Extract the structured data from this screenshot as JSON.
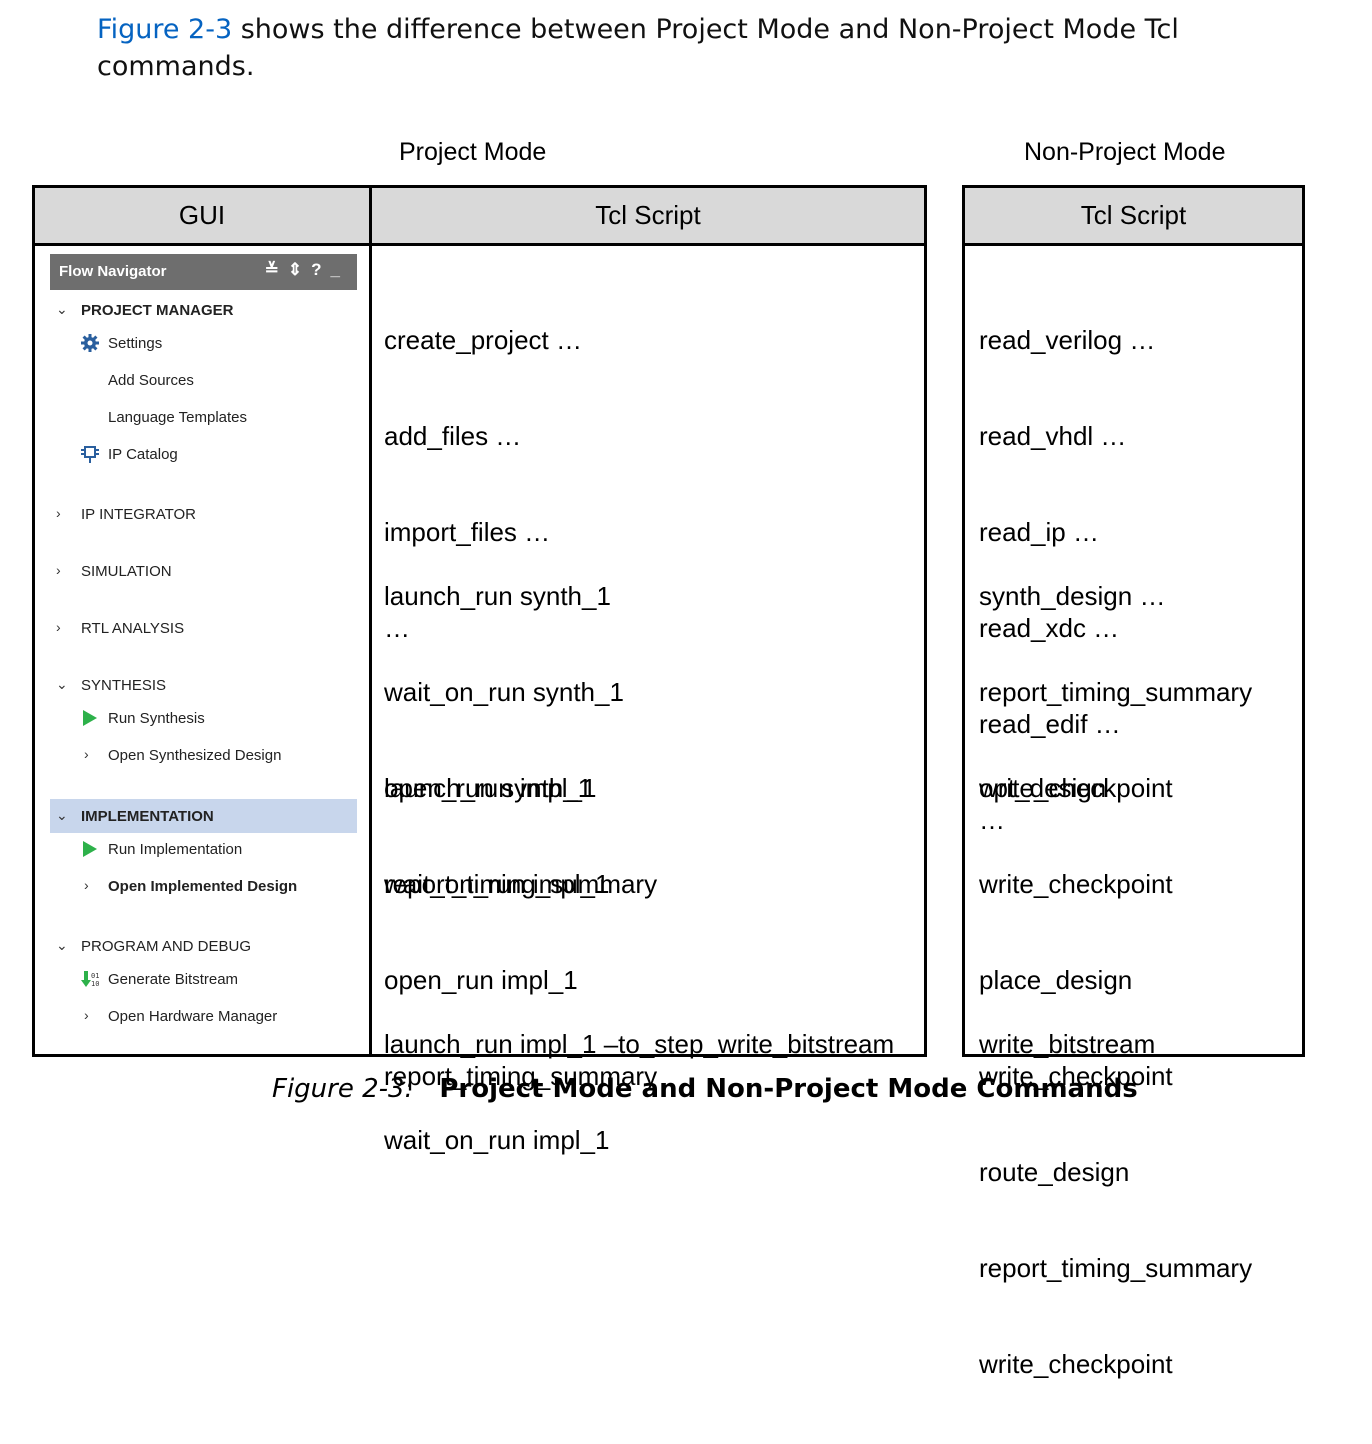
{
  "intro": {
    "link": "Figure 2-3",
    "text_line1": " shows the difference between Project Mode and Non-Project Mode Tcl",
    "text_line2": "commands."
  },
  "headings": {
    "project_mode": "Project Mode",
    "non_project_mode": "Non-Project Mode"
  },
  "columns": {
    "gui": "GUI",
    "tcl_script": "Tcl Script",
    "tcl_script_np": "Tcl Script"
  },
  "flow_navigator": {
    "title": "Flow Navigator",
    "sections": {
      "project_manager": "PROJECT MANAGER",
      "settings": "Settings",
      "add_sources": "Add Sources",
      "language_templates": "Language Templates",
      "ip_catalog": "IP Catalog",
      "ip_integrator": "IP INTEGRATOR",
      "simulation": "SIMULATION",
      "rtl_analysis": "RTL ANALYSIS",
      "synthesis": "SYNTHESIS",
      "run_synthesis": "Run Synthesis",
      "open_synthesized": "Open Synthesized Design",
      "implementation": "IMPLEMENTATION",
      "run_implementation": "Run Implementation",
      "open_implemented": "Open Implemented Design",
      "program_debug": "PROGRAM AND DEBUG",
      "generate_bitstream": "Generate Bitstream",
      "open_hw_manager": "Open Hardware Manager"
    }
  },
  "project_tcl": {
    "g1": [
      "create_project …",
      "add_files …",
      "import_files …",
      "…"
    ],
    "g2": [
      "launch_run synth_1",
      "wait_on_run synth_1",
      "open_run synth_1",
      "report_timing_summary"
    ],
    "g3": [
      "launch_run impl_1",
      "wait_on_run impl_1",
      "open_run impl_1",
      "report_timing_summary"
    ],
    "g4": [
      "launch_run impl_1 –to_step_write_bitstream",
      "wait_on_run impl_1"
    ]
  },
  "nonproject_tcl": {
    "g1": [
      "read_verilog …",
      "read_vhdl …",
      "read_ip …",
      "read_xdc …",
      "read_edif …",
      "…"
    ],
    "g2": [
      "synth_design …",
      "report_timing_summary",
      "write_checkpoint"
    ],
    "g3": [
      "opt_design",
      "write_checkpoint",
      "place_design",
      "write_checkpoint",
      "route_design",
      "report_timing_summary",
      "write_checkpoint"
    ],
    "g4": [
      "write_bitstream"
    ]
  },
  "caption": {
    "label": "Figure 2-3:",
    "text": "Project Mode and Non-Project Mode Commands"
  },
  "colors": {
    "link": "#0563c1",
    "header_bg": "#d9d9d9",
    "nav_bar": "#6e6e6e",
    "selected_row": "#c8d6ec",
    "run_green": "#2db14a"
  }
}
